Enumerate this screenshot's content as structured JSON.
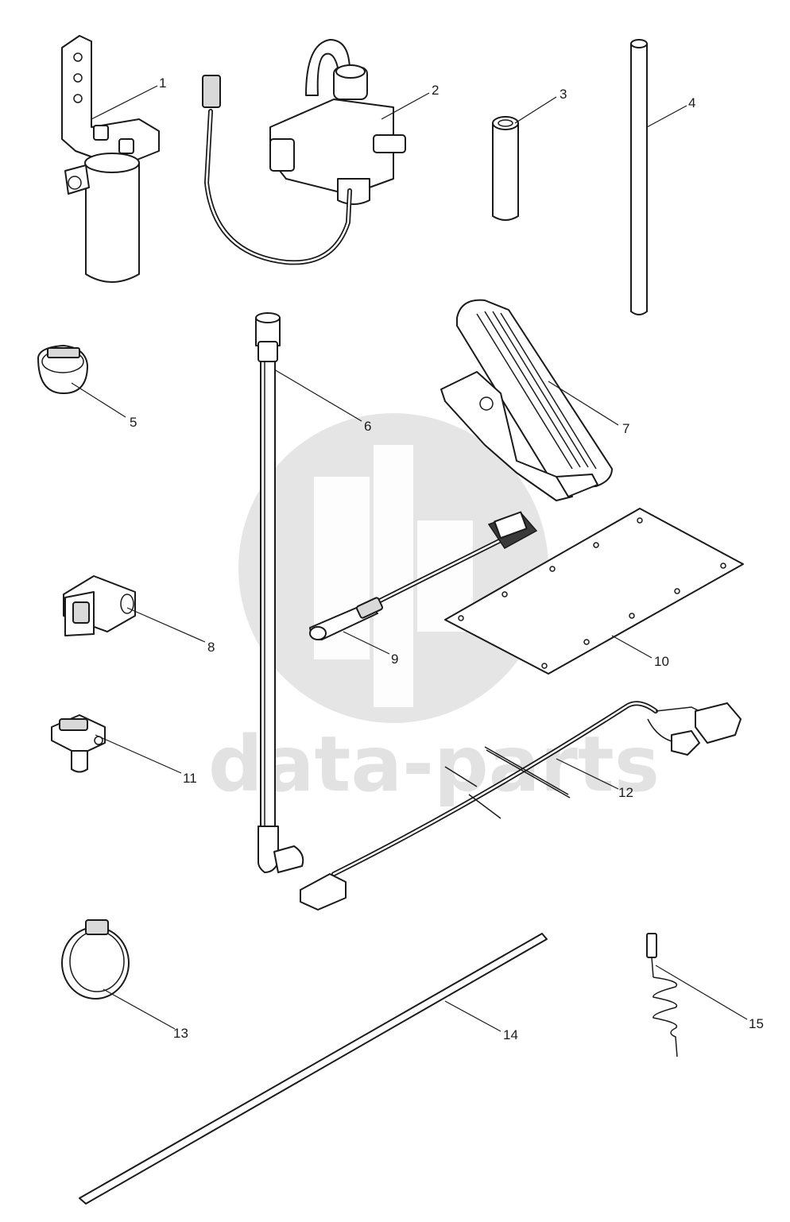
{
  "watermark": {
    "text": "data-parts"
  },
  "callouts": [
    {
      "id": "1",
      "label": "1"
    },
    {
      "id": "2",
      "label": "2"
    },
    {
      "id": "3",
      "label": "3"
    },
    {
      "id": "4",
      "label": "4"
    },
    {
      "id": "5",
      "label": "5"
    },
    {
      "id": "6",
      "label": "6"
    },
    {
      "id": "7",
      "label": "7"
    },
    {
      "id": "8",
      "label": "8"
    },
    {
      "id": "9",
      "label": "9"
    },
    {
      "id": "10",
      "label": "10"
    },
    {
      "id": "11",
      "label": "11"
    },
    {
      "id": "12",
      "label": "12"
    },
    {
      "id": "13",
      "label": "13"
    },
    {
      "id": "14",
      "label": "14"
    },
    {
      "id": "15",
      "label": "15"
    }
  ]
}
